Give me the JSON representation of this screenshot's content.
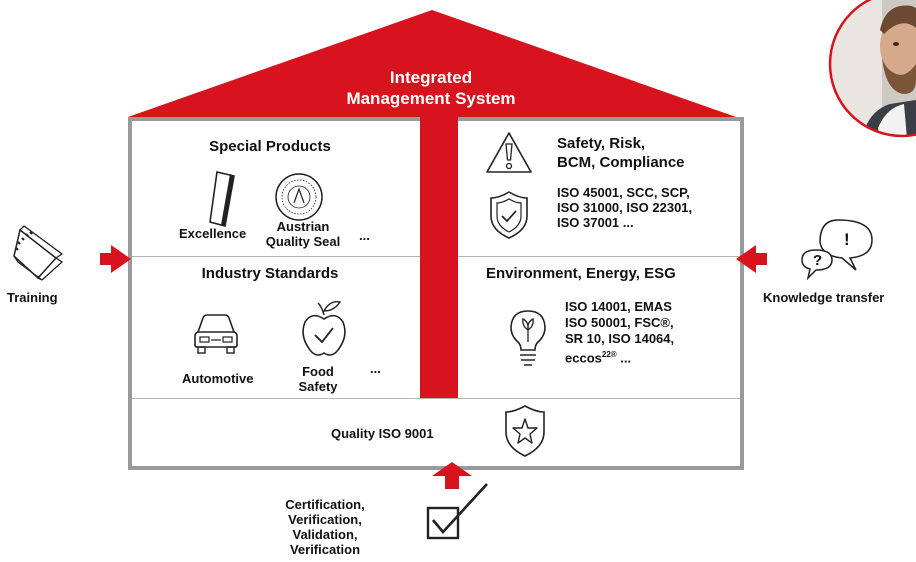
{
  "roof": {
    "title_line1": "Integrated",
    "title_line2": "Management System"
  },
  "colors": {
    "accent": "#d7141e",
    "frame": "#9a9a9a",
    "divider": "#b5b5b5"
  },
  "special_products": {
    "title": "Special Products",
    "excellence": "Excellence",
    "austrian_line1": "Austrian",
    "austrian_line2": "Quality Seal",
    "more": "..."
  },
  "industry_standards": {
    "title": "Industry Standards",
    "automotive": "Automotive",
    "food_line1": "Food",
    "food_line2": "Safety",
    "more": "..."
  },
  "safety": {
    "title_line1": "Safety, Risk,",
    "title_line2": "BCM, Compliance",
    "iso_line1": "ISO 45001, SCC, SCP,",
    "iso_line2": "ISO 31000, ISO 22301,",
    "iso_line3": "ISO 37001 ..."
  },
  "environment": {
    "title": "Environment, Energy, ESG",
    "iso_line1": "ISO 14001, EMAS",
    "iso_line2": "ISO 50001, FSC®,",
    "iso_line3": "SR 10, ISO 14064,",
    "iso_line4_prefix": "eccos",
    "iso_line4_sup": "22®",
    "iso_line4_suffix": " ..."
  },
  "quality": {
    "label": "Quality ISO 9001"
  },
  "left": {
    "label": "Training"
  },
  "right": {
    "label": "Knowledge transfer",
    "bubble_exclaim": "!",
    "bubble_question": "?"
  },
  "bottom": {
    "line1": "Certification,",
    "line2": "Verification,",
    "line3": "Validation,",
    "line4": "Verification"
  },
  "icons": [
    "book-icon",
    "chat-bubbles-icon",
    "ruler-icon",
    "seal-icon",
    "car-icon",
    "apple-check-icon",
    "warning-icon",
    "shield-check-icon",
    "bulb-leaf-icon",
    "shield-star-icon",
    "checkbox-icon",
    "avatar"
  ]
}
